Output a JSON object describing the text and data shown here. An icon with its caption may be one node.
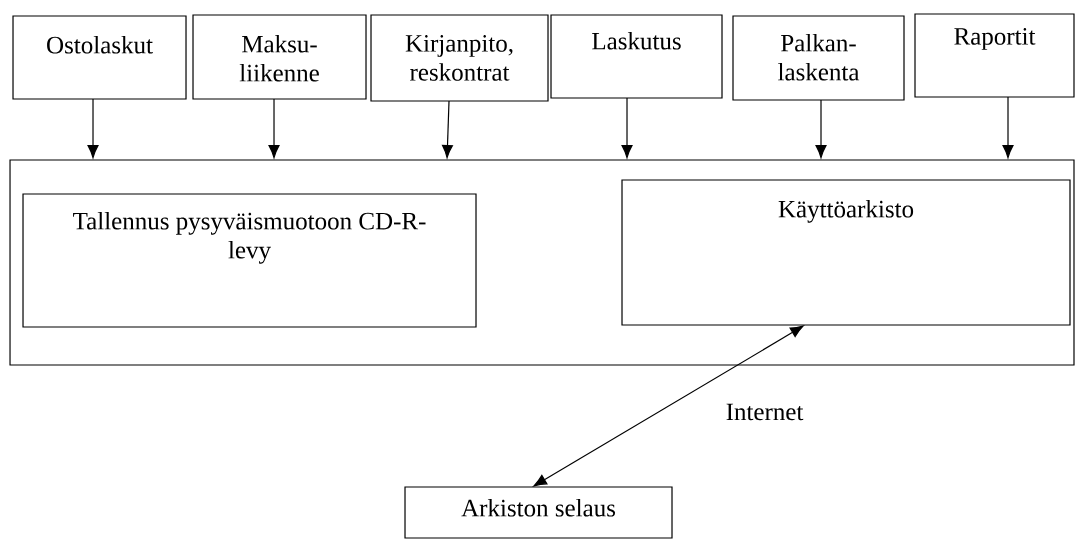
{
  "diagram": {
    "nodes": [
      {
        "text": [
          "Ostolaskut"
        ]
      },
      {
        "text": [
          "Maksu- liikenne"
        ]
      },
      {
        "text": [
          "Kirjanpito, reskontrat"
        ]
      },
      {
        "text": [
          "Laskutus"
        ]
      },
      {
        "text": [
          "Palkan- laskenta"
        ]
      },
      {
        "text": [
          "Raportit"
        ]
      },
      {
        "text": [],
        "shape": "box"
      },
      {
        "text": [
          "Tallennus pysyväismuotoon CD-R- levy"
        ],
        "in": 6
      },
      {
        "text": [
          "Käyttöarkisto"
        ],
        "in": 6
      },
      {
        "text": [
          "Arkiston selaus"
        ]
      }
    ],
    "edges": [
      {
        "from": 0,
        "to": 6,
        "arrow": "to"
      },
      {
        "from": 1,
        "to": 6,
        "arrow": "to"
      },
      {
        "from": 2,
        "to": 6,
        "arrow": "to"
      },
      {
        "from": 3,
        "to": 6,
        "arrow": "to"
      },
      {
        "from": 4,
        "to": 6,
        "arrow": "to"
      },
      {
        "from": 5,
        "to": 6,
        "arrow": "to"
      },
      {
        "from": 8,
        "to": 9,
        "arrow": "both",
        "label": "Internet"
      }
    ]
  }
}
